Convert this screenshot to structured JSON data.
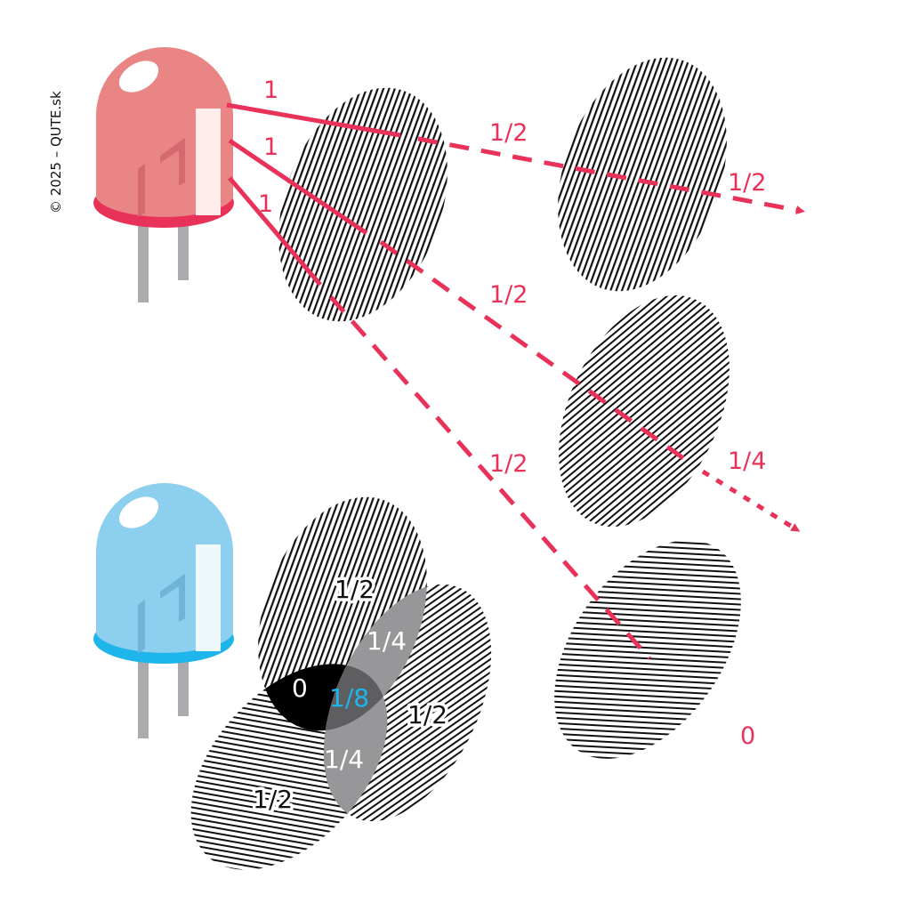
{
  "copyright": "© 2025 – QUTE.sk",
  "colors": {
    "beam": "#e8325a",
    "red_led_body": "#e98585",
    "red_led_ring": "#e8325a",
    "blue_led_body": "#8ccfee",
    "blue_led_ring": "#1eb5ea",
    "highlight_value": "#1eb5ea"
  },
  "top_experiment": {
    "source_intensities": [
      "1",
      "1",
      "1"
    ],
    "after_first_polarizer": [
      "1/2",
      "1/2",
      "1/2"
    ],
    "beam1_after_second": "1/2",
    "beam2_after_second": "1/4",
    "beam3_after_second": "0"
  },
  "bottom_experiment": {
    "regions": {
      "vertical_only": "1/2",
      "vertical_diagonal": "1/4",
      "vertical_horizontalish": "0",
      "triple": "1/8",
      "diagonal_only": "1/2",
      "diagonal_horizontalish": "1/4",
      "horizontalish_only": "1/2"
    }
  }
}
